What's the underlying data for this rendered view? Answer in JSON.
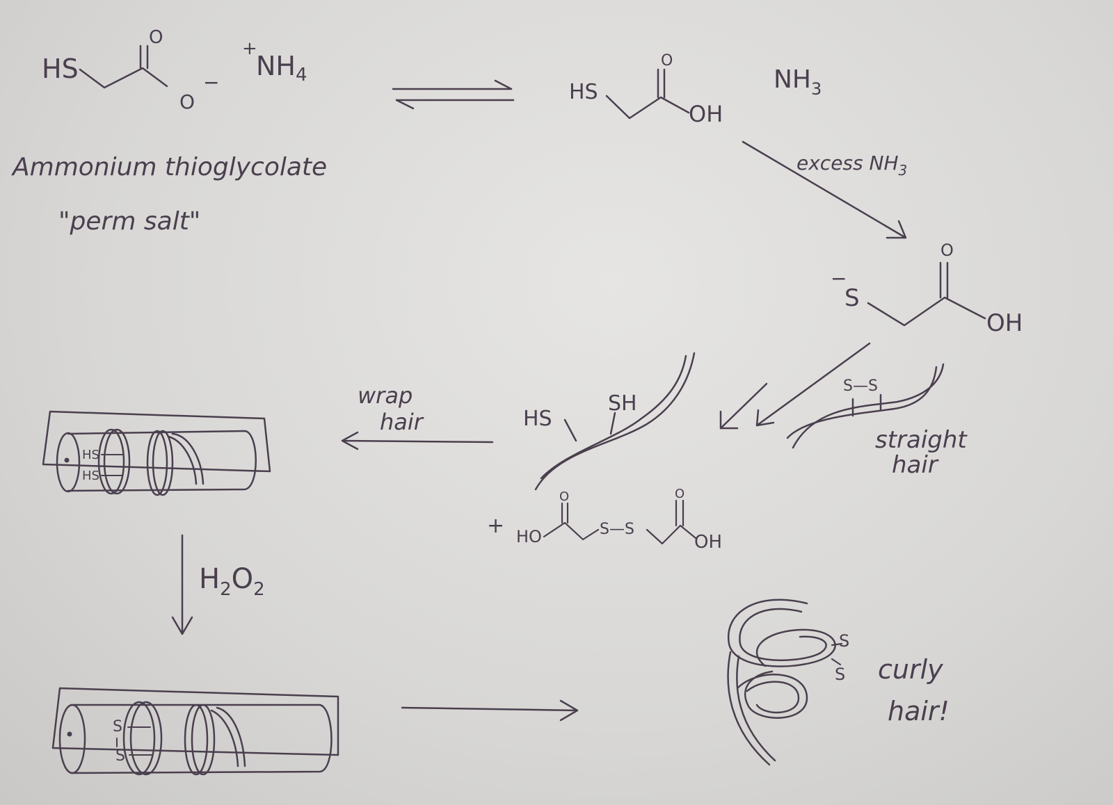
{
  "reactant": {
    "left_group": "HS",
    "carbonyl_o": "O",
    "anion_o": "O",
    "charge": "−",
    "cation_plus": "+",
    "cation": "NH",
    "cation_sub": "4",
    "name": "Ammonium thioglycolate",
    "common_name": "\"perm salt\""
  },
  "acid": {
    "left_group": "HS",
    "carbonyl_o": "O",
    "oh": "OH",
    "ammonia": "NH",
    "ammonia_sub": "3"
  },
  "step_excess": {
    "label": "excess NH",
    "label_sub": "3"
  },
  "thiolate": {
    "charge": "−",
    "s": "S",
    "carbonyl_o": "O",
    "oh": "OH"
  },
  "straight_hair": {
    "ss": "S—S",
    "label_line1": "straight",
    "label_line2": "hair"
  },
  "reduced_hair": {
    "hs": "HS",
    "sh": "SH"
  },
  "byproduct": {
    "plus": "+",
    "ho": "HO",
    "o1": "O",
    "ss": "S—S",
    "o2": "O",
    "oh": "OH"
  },
  "wrap_step": {
    "line1": "wrap",
    "line2": "hair"
  },
  "curler_reduced": {
    "hs1": "HS",
    "hs2": "HS"
  },
  "oxidation_step": {
    "label": "H",
    "sub1": "2",
    "mid": "O",
    "sub2": "2"
  },
  "curler_oxidized": {
    "s1": "S",
    "s2": "S"
  },
  "curly_hair": {
    "s1": "S",
    "s2": "S",
    "label_line1": "curly",
    "label_line2": "hair!"
  }
}
